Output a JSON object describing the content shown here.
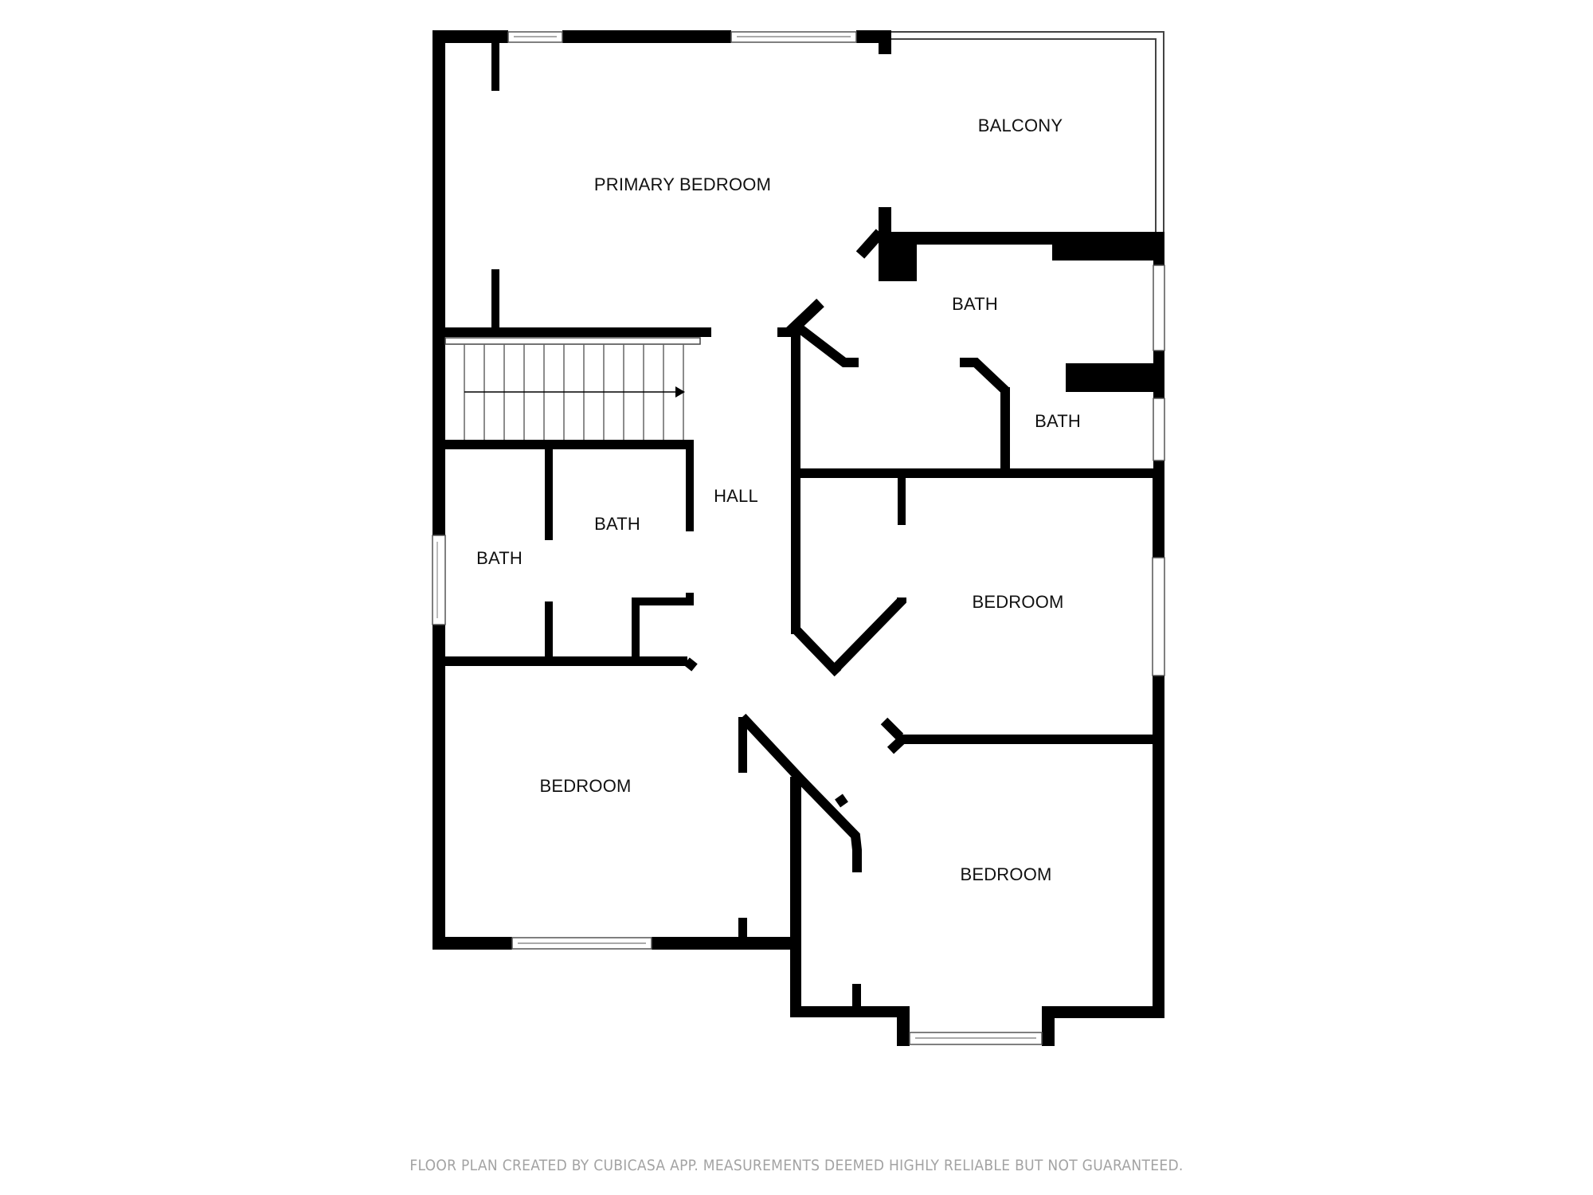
{
  "floor_plan": {
    "rooms": [
      {
        "id": "primary-bedroom",
        "label": "PRIMARY BEDROOM"
      },
      {
        "id": "balcony",
        "label": "BALCONY"
      },
      {
        "id": "bath-primary",
        "label": "BATH"
      },
      {
        "id": "bath-small-right",
        "label": "BATH"
      },
      {
        "id": "hall",
        "label": "HALL"
      },
      {
        "id": "bath-left",
        "label": "BATH"
      },
      {
        "id": "bath-center-left",
        "label": "BATH"
      },
      {
        "id": "bedroom-right",
        "label": "BEDROOM"
      },
      {
        "id": "bedroom-bottom-left",
        "label": "BEDROOM"
      },
      {
        "id": "bedroom-bottom-right",
        "label": "BEDROOM"
      }
    ],
    "stairs": {
      "direction": "right",
      "arrow": "stairs-arrow-icon"
    },
    "colors": {
      "wall": "#000000",
      "background": "#ffffff",
      "footer_text": "#a3a3a3"
    }
  },
  "footer": {
    "disclaimer": "FLOOR PLAN CREATED BY CUBICASA APP. MEASUREMENTS DEEMED HIGHLY RELIABLE BUT NOT GUARANTEED."
  }
}
